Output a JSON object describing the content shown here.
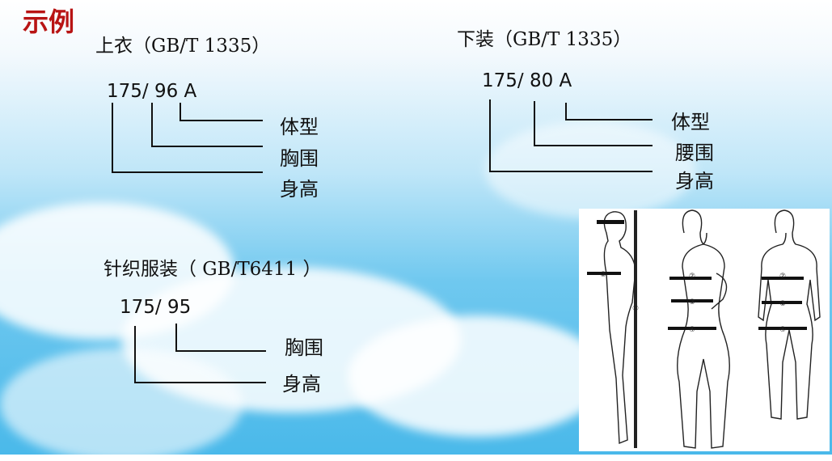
{
  "page": {
    "title": "示例"
  },
  "top": {
    "heading": "上衣（GB/T 1335）",
    "code": "175/ 96 A",
    "labels": [
      "体型",
      "胸围",
      "身高"
    ]
  },
  "bottom": {
    "heading": "下装（GB/T 1335）",
    "code": "175/ 80 A",
    "labels": [
      "体型",
      "腰围",
      "身高"
    ]
  },
  "knit": {
    "heading": "针织服装（ GB/T6411 ）",
    "code": "175/ 95",
    "labels": [
      "胸围",
      "身高"
    ]
  },
  "figure": {
    "markers": [
      "①",
      "②",
      "②",
      "③",
      "④",
      "②",
      "③",
      "④"
    ]
  },
  "colors": {
    "title": "#b81414",
    "sky": "#4ab9ea"
  }
}
